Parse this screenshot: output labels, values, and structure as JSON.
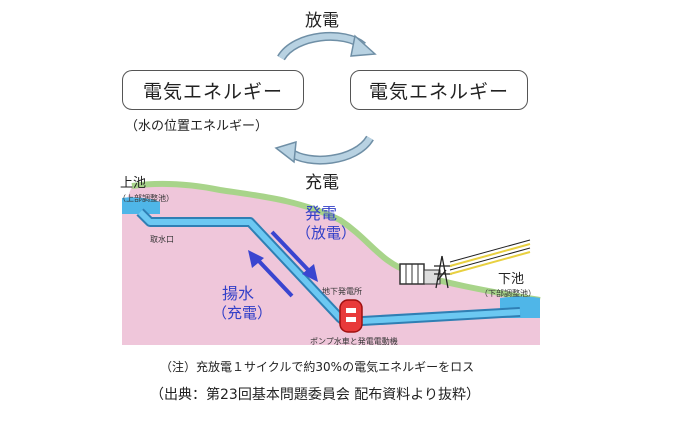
{
  "cycle": {
    "discharge_label": "放電",
    "charge_label": "充電"
  },
  "left_box": {
    "label": "電気エネルギー",
    "sublabel": "（水の位置エネルギー）"
  },
  "right_box": {
    "label": "電気エネルギー"
  },
  "scene": {
    "upper_pond": "上池",
    "upper_dam": "（上部調整池）",
    "intake": "取水口",
    "generation": "発電",
    "generation_sub": "（放電）",
    "pumping": "揚水",
    "pumping_sub": "（充電）",
    "underground_plant": "地下発電所",
    "pump_turbine": "ポンプ水車と発電電動機",
    "lower_pond": "下池",
    "lower_dam": "（下部調整池）"
  },
  "notes": {
    "note": "（注）充放電１サイクルで約30%の電気エネルギーをロス",
    "source": "（出典：第23回基本問題委員会 配布資料より抜粋）"
  },
  "colors": {
    "arrow_blue": "#3a45d0",
    "water": "#4fb6e8",
    "hill": "#efc4d8",
    "grass": "#a8d48a",
    "cycle_arrow": "#9ab7c9"
  }
}
